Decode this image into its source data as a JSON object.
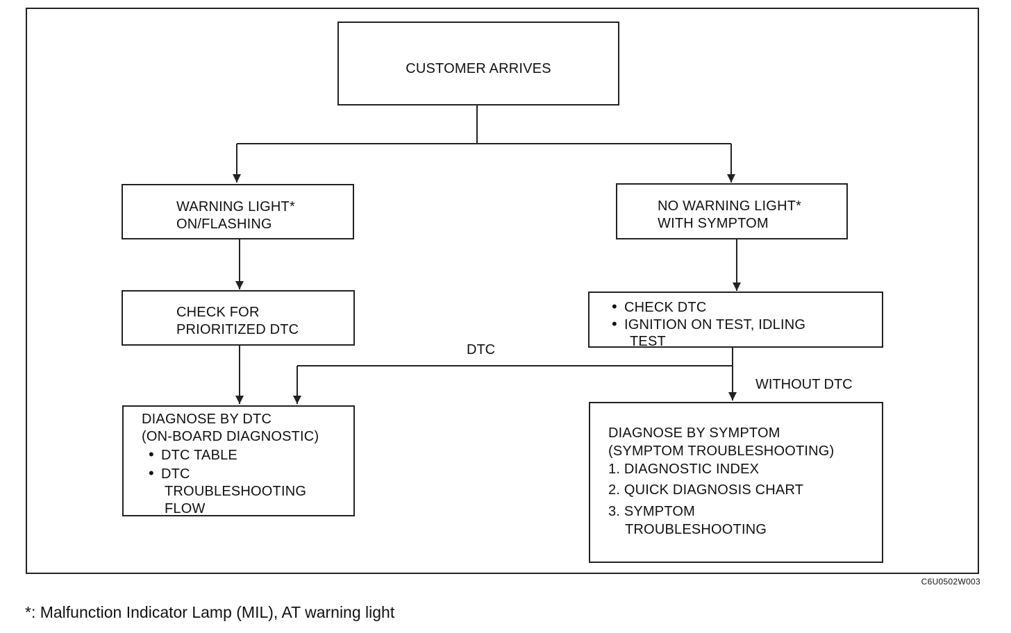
{
  "flowchart": {
    "start": {
      "text": "CUSTOMER ARRIVES"
    },
    "left_branch": {
      "condition": [
        "WARNING LIGHT*",
        "ON/FLASHING"
      ],
      "check": [
        "CHECK FOR",
        "PRIORITIZED DTC"
      ],
      "result": {
        "title": "DIAGNOSE BY DTC",
        "subtitle": "(ON-BOARD DIAGNOSTIC)",
        "item1": "DTC TABLE",
        "item2_line1": "DTC",
        "item2_line2": "TROUBLESHOOTING",
        "item2_line3": "FLOW"
      }
    },
    "right_branch": {
      "condition": [
        "NO WARNING LIGHT*",
        "WITH SYMPTOM"
      ],
      "check": {
        "item1": "CHECK DTC",
        "item2_line1": "IGNITION ON TEST, IDLING",
        "item2_line2": "TEST"
      },
      "result": {
        "title": "DIAGNOSE BY SYMPTOM",
        "subtitle": "(SYMPTOM TROUBLESHOOTING)",
        "item1": "1. DIAGNOSTIC INDEX",
        "item2": "2. QUICK DIAGNOSIS CHART",
        "item3_line1": "3. SYMPTOM",
        "item3_line2": "TROUBLESHOOTING"
      }
    },
    "edge_labels": {
      "dtc": "DTC",
      "without_dtc": "WITHOUT DTC"
    }
  },
  "figure_code": "C6U0502W003",
  "footnote": "*: Malfunction Indicator Lamp (MIL), AT warning light"
}
